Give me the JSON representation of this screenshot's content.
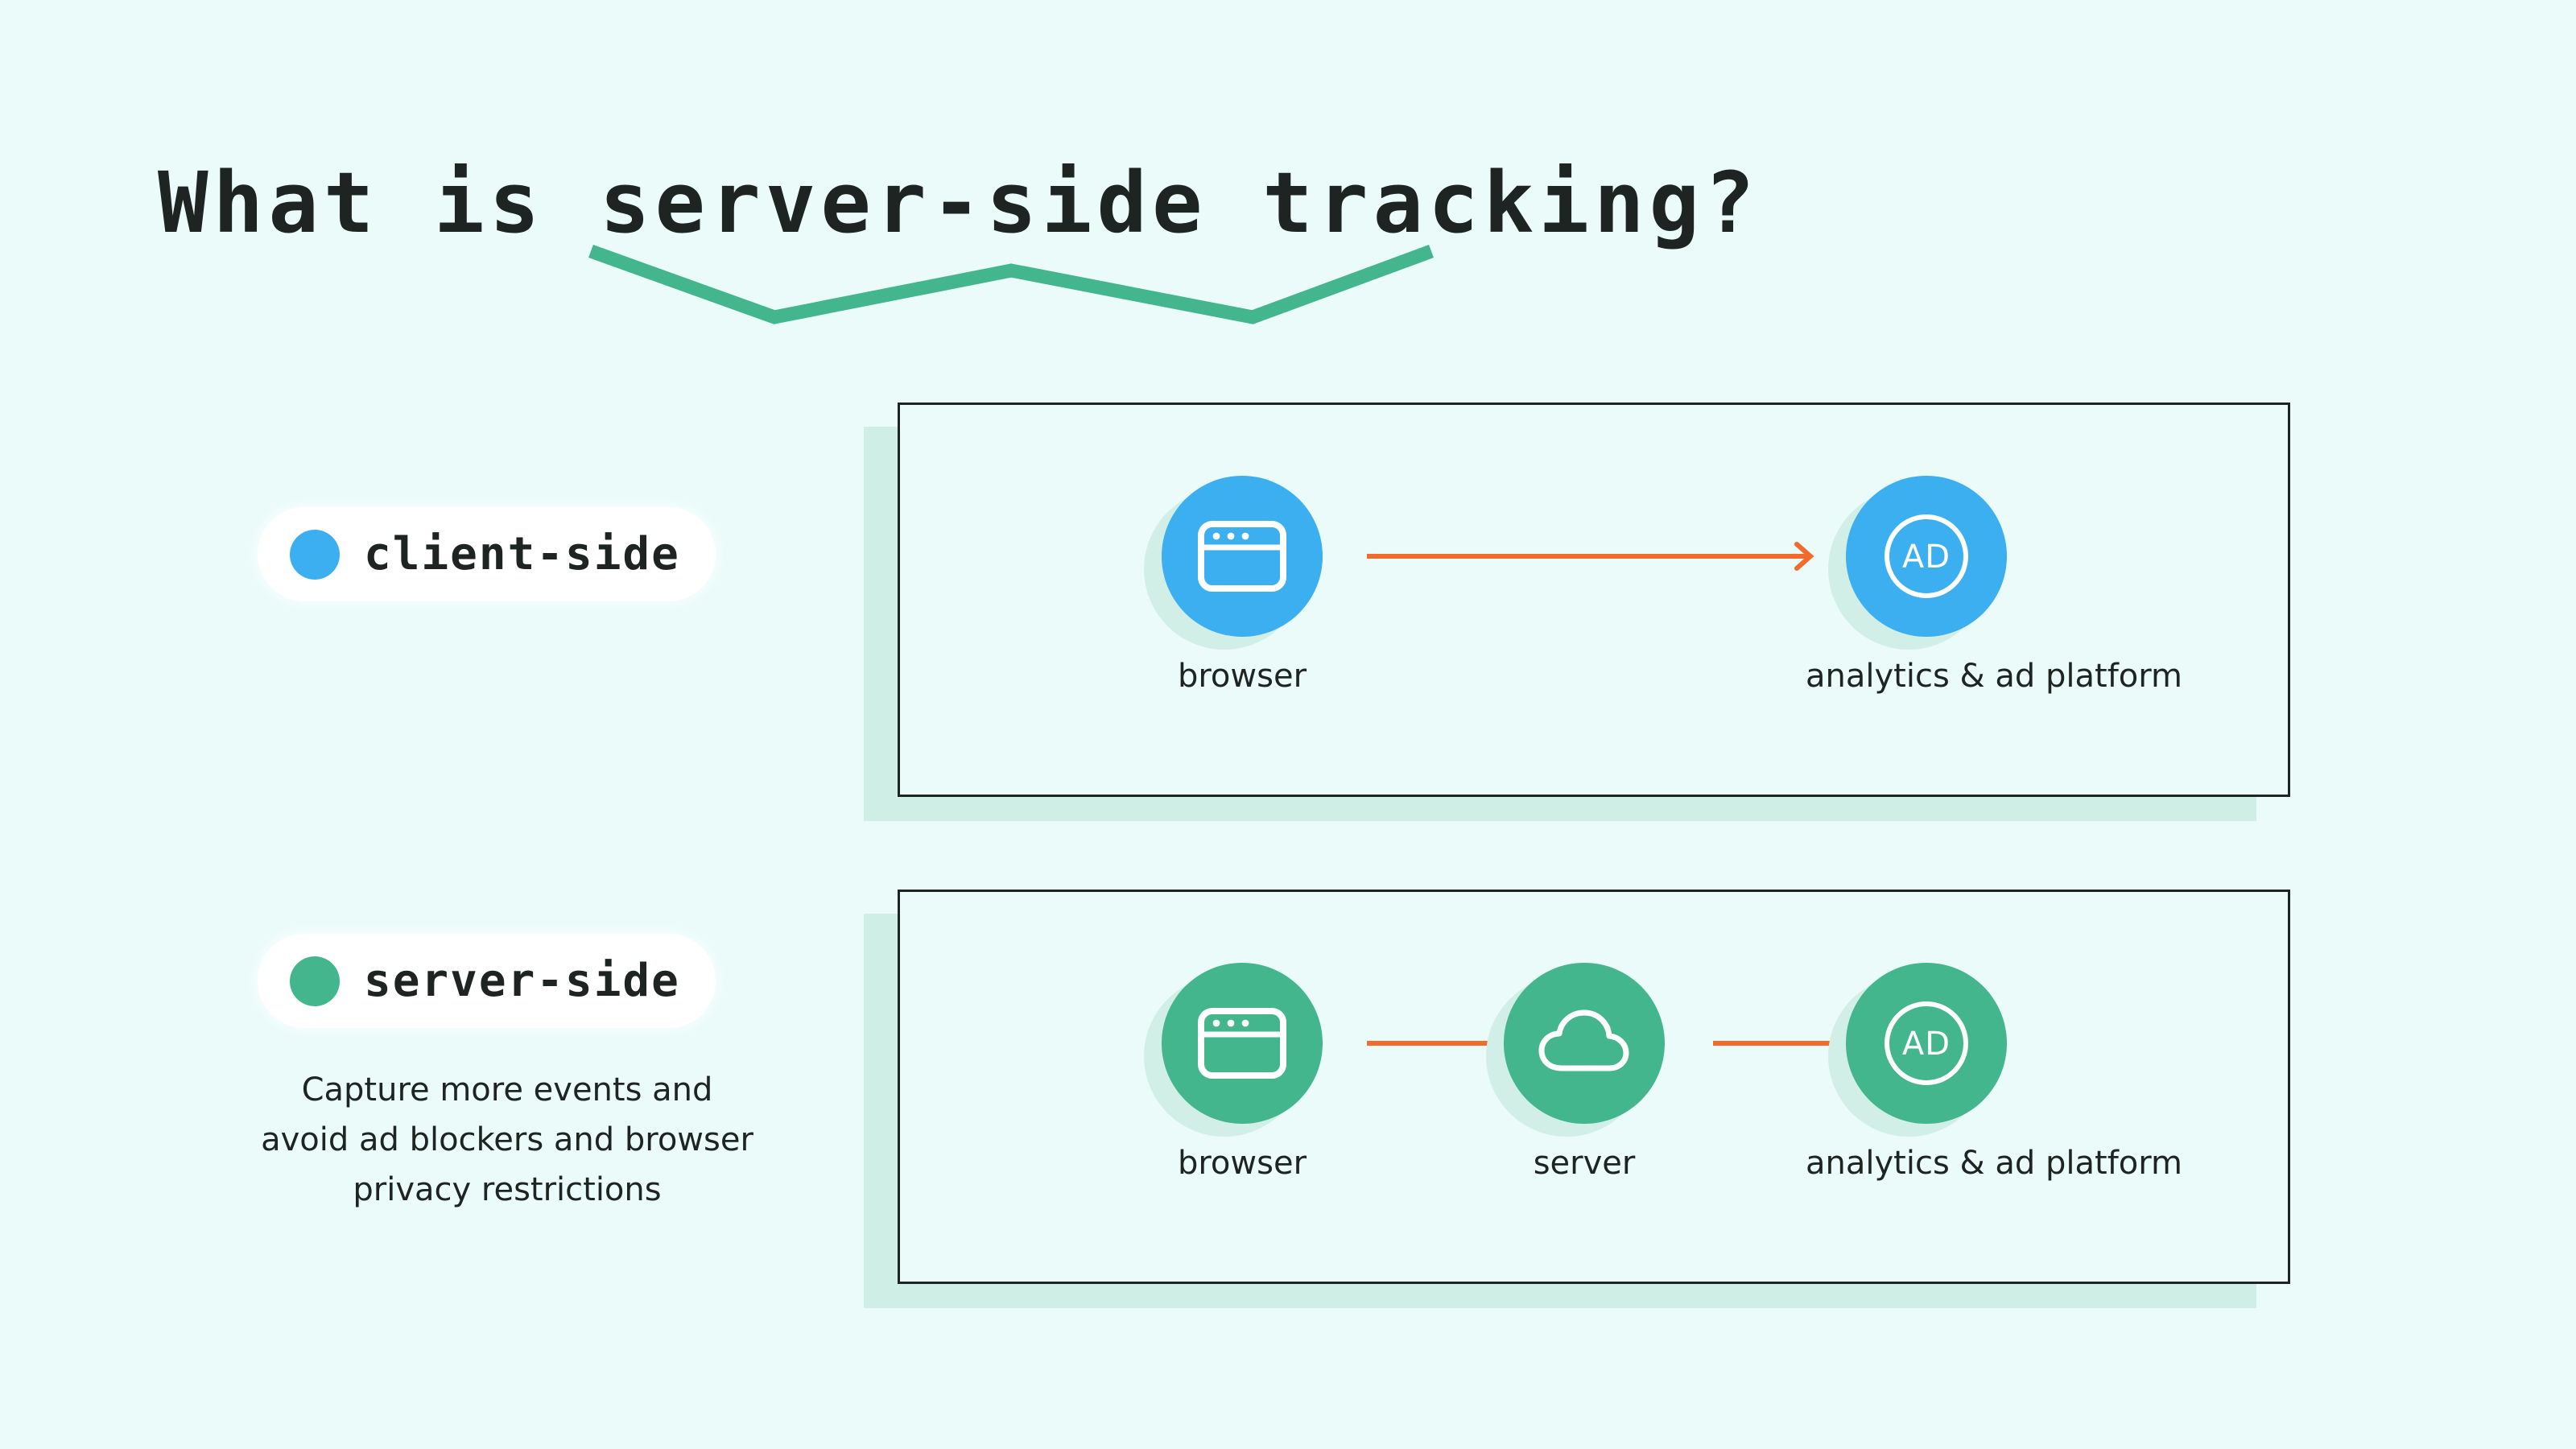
{
  "page": {
    "background_color": "#EAFBFA",
    "title": "What is server-side tracking?"
  },
  "colors": {
    "client_blue": "#3BAFEF",
    "server_green": "#43B68E",
    "arrow_orange": "#F26A2C",
    "ink": "#1E2422",
    "mint_shadow": "#CFEFE6",
    "background": "#EAFBFA"
  },
  "legend": {
    "client": {
      "label": "client-side",
      "dot_color": "#3BAFEF",
      "dot_icon": "filled-circle-icon"
    },
    "server": {
      "label": "server-side",
      "dot_color": "#43B68E",
      "dot_icon": "filled-circle-icon",
      "caption": "Capture more events and avoid ad blockers and browser privacy restrictions"
    }
  },
  "cards": {
    "client": {
      "variant": "client-side",
      "accent_color": "#3BAFEF",
      "nodes": [
        {
          "id": "browser",
          "label": "browser",
          "icon": "browser-window-icon"
        },
        {
          "id": "platform",
          "label": "analytics & ad platform",
          "icon": "ad-circle-icon"
        }
      ],
      "arrows": [
        {
          "from": "browser",
          "to": "platform",
          "color": "#F26A2C",
          "direction": "right"
        }
      ]
    },
    "server": {
      "variant": "server-side",
      "accent_color": "#43B68E",
      "nodes": [
        {
          "id": "browser",
          "label": "browser",
          "icon": "browser-window-icon"
        },
        {
          "id": "server",
          "label": "server",
          "icon": "cloud-icon"
        },
        {
          "id": "platform",
          "label": "analytics & ad platform",
          "icon": "ad-circle-icon"
        }
      ],
      "arrows": [
        {
          "from": "browser",
          "to": "server",
          "color": "#F26A2C",
          "direction": "right"
        },
        {
          "from": "server",
          "to": "platform",
          "color": "#F26A2C",
          "direction": "right"
        }
      ]
    }
  },
  "ad_icon": {
    "text": "AD"
  }
}
